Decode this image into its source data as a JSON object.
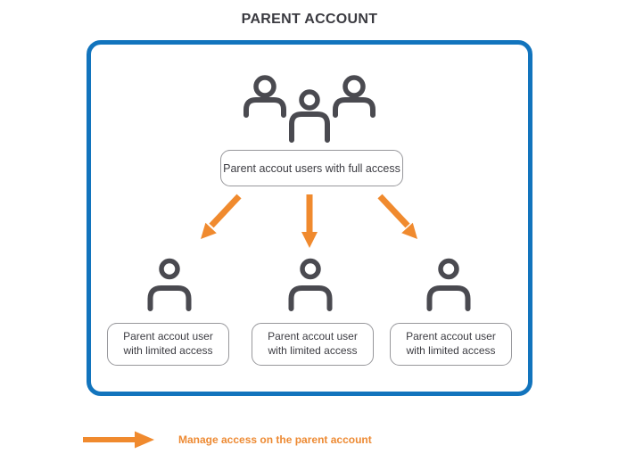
{
  "title": "PARENT ACCOUNT",
  "colors": {
    "frame_blue": "#1274BD",
    "arrow_orange": "#F08A2E",
    "icon_gray": "#4A4A50",
    "text_dark": "#3C3C42",
    "pill_border": "#97979B"
  },
  "diagram": {
    "top": {
      "icon": "users-group-icon",
      "label": "Parent accout users with full access"
    },
    "children": [
      {
        "icon": "user-icon",
        "label_line1": "Parent accout user",
        "label_line2": "with limited access"
      },
      {
        "icon": "user-icon",
        "label_line1": "Parent accout user",
        "label_line2": "with limited access"
      },
      {
        "icon": "user-icon",
        "label_line1": "Parent accout user",
        "label_line2": "with limited access"
      }
    ]
  },
  "legend": {
    "icon": "arrow-right-icon",
    "label": "Manage access on the parent account"
  }
}
